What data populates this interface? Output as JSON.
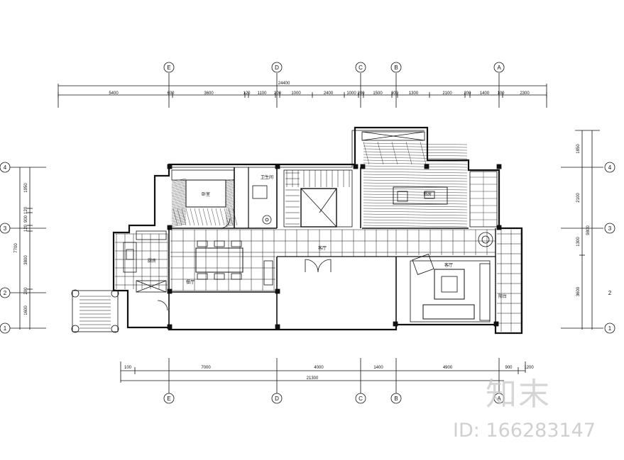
{
  "drawing": {
    "top_axes": [
      "E",
      "D",
      "C",
      "B",
      "A"
    ],
    "bottom_axes": [
      "E",
      "D",
      "C",
      "B",
      "A"
    ],
    "side_axes": [
      "4",
      "3",
      "2",
      "1"
    ],
    "top_total": "24400",
    "top_dims": [
      "5400",
      "600",
      "3600",
      "120",
      "1100",
      "200",
      "1000",
      "2400",
      "1000",
      "200",
      "1500",
      "300",
      "1300",
      "2100",
      "200",
      "1400",
      "100",
      "2300"
    ],
    "bottom_total": "21300",
    "bottom_dims": [
      "100",
      "7000",
      "4000",
      "1400",
      "4900",
      "900",
      "1200"
    ],
    "left_total": "7700",
    "left_dims": [
      "1950",
      "120",
      "900",
      "120",
      "3800",
      "200",
      "1600"
    ],
    "right_total": "9800",
    "right_dims": [
      "1850",
      "2100",
      "1300",
      "3600"
    ],
    "rooms": [
      "卧室",
      "卫生间",
      "客厅",
      "餐厅",
      "厨房",
      "书房",
      "客厅",
      "阳台"
    ]
  },
  "watermark": {
    "logo": "知末",
    "id": "ID: 166283147"
  }
}
